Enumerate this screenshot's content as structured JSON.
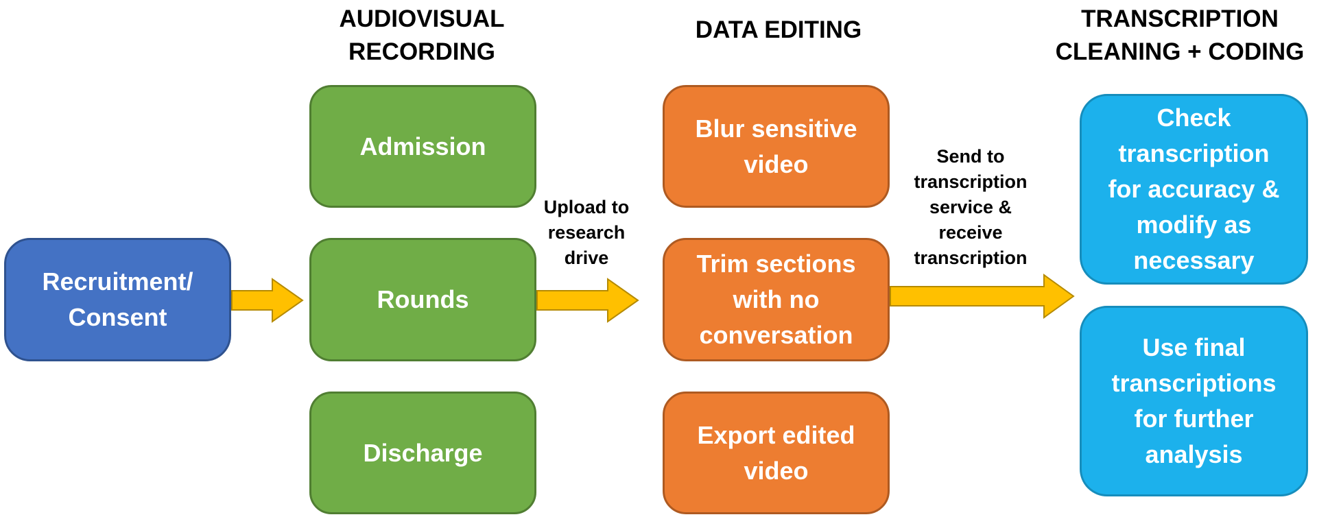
{
  "headings": {
    "recording": "AUDIOVISUAL\nRECORDING",
    "editing": "DATA EDITING",
    "transcription": "TRANSCRIPTION\nCLEANING + CODING"
  },
  "nodes": {
    "recruitment": "Recruitment/\nConsent",
    "admission": "Admission",
    "rounds": "Rounds",
    "discharge": "Discharge",
    "blur": "Blur sensitive\nvideo",
    "trim": "Trim sections\nwith no\nconversation",
    "export": "Export edited\nvideo",
    "check": "Check\ntranscription\nfor accuracy &\nmodify as\nnecessary",
    "use_final": "Use final\ntranscriptions\nfor further\nanalysis"
  },
  "arrow_labels": {
    "upload": "Upload to\nresearch\ndrive",
    "send": "Send to\ntranscription\nservice &\nreceive\ntranscription"
  },
  "colors": {
    "blue": "#4472C4",
    "blue_border": "#2F528F",
    "green": "#70AD47",
    "green_border": "#507E32",
    "orange": "#ED7D31",
    "orange_border": "#AE5A21",
    "cyan": "#1CB1EC",
    "cyan_border": "#168DBC",
    "arrow": "#FFC000",
    "arrow_border": "#B58A00"
  }
}
